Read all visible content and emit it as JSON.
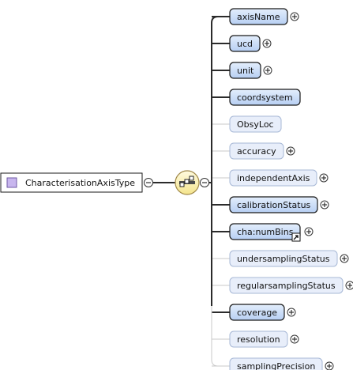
{
  "root": {
    "label": "CharacterisationAxisType",
    "icon": "complex-type-icon",
    "expander": "collapse-icon"
  },
  "compositor": {
    "kind": "sequence",
    "icon": "sequence-compositor-icon",
    "expander": "collapse-icon"
  },
  "colors": {
    "required_fill_top": "#dbe8fb",
    "required_fill_bottom": "#bcd3f5",
    "required_border": "#1a1a1a",
    "optional_fill": "#e8eefa",
    "optional_border": "#a7b8d6",
    "connector_required": "#2b2b2b",
    "connector_optional": "#c9c9c9",
    "compositor_fill": "#fff3b0",
    "compositor_border": "#a89050",
    "type_icon": "#c8b6ee"
  },
  "elements": [
    {
      "label": "axisName",
      "required": true,
      "expandable": true,
      "reference": false
    },
    {
      "label": "ucd",
      "required": true,
      "expandable": true,
      "reference": false
    },
    {
      "label": "unit",
      "required": true,
      "expandable": true,
      "reference": false
    },
    {
      "label": "coordsystem",
      "required": true,
      "expandable": false,
      "reference": false
    },
    {
      "label": "ObsyLoc",
      "required": false,
      "expandable": false,
      "reference": false
    },
    {
      "label": "accuracy",
      "required": false,
      "expandable": true,
      "reference": false
    },
    {
      "label": "independentAxis",
      "required": false,
      "expandable": true,
      "reference": false
    },
    {
      "label": "calibrationStatus",
      "required": true,
      "expandable": true,
      "reference": false
    },
    {
      "label": "cha:numBins",
      "required": true,
      "expandable": true,
      "reference": true
    },
    {
      "label": "undersamplingStatus",
      "required": false,
      "expandable": true,
      "reference": false
    },
    {
      "label": "regularsamplingStatus",
      "required": false,
      "expandable": true,
      "reference": false
    },
    {
      "label": "coverage",
      "required": true,
      "expandable": true,
      "reference": false
    },
    {
      "label": "resolution",
      "required": false,
      "expandable": true,
      "reference": false
    },
    {
      "label": "samplingPrecision",
      "required": false,
      "expandable": true,
      "reference": false
    }
  ]
}
